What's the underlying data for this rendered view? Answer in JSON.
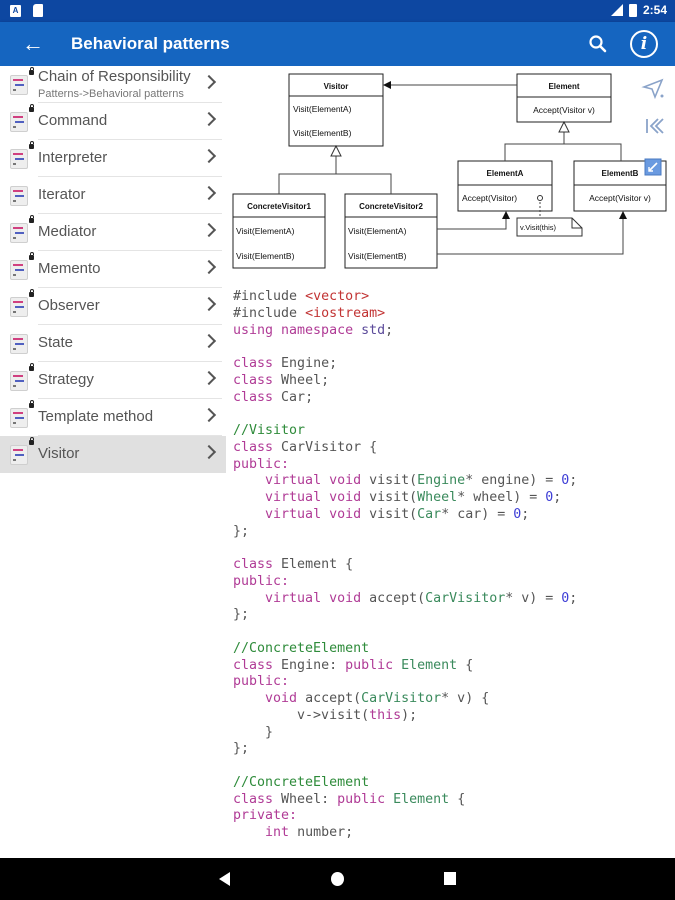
{
  "status_bar": {
    "time": "2:54",
    "left_icons": [
      "notification-a-icon",
      "sd-card-icon"
    ],
    "right_icons": [
      "signal-icon",
      "battery-icon"
    ],
    "a_glyph": "A"
  },
  "app_bar": {
    "title": "Behavioral patterns",
    "back_icon": "←",
    "info_icon": "i",
    "actions": [
      "search-icon",
      "info-icon"
    ]
  },
  "sidebar": {
    "items": [
      {
        "label": "Chain of Responsibility",
        "subtitle": "Patterns->Behavioral patterns",
        "locked": true,
        "selected": false
      },
      {
        "label": "Command",
        "locked": true,
        "selected": false
      },
      {
        "label": "Interpreter",
        "locked": true,
        "selected": false
      },
      {
        "label": "Iterator",
        "locked": false,
        "selected": false
      },
      {
        "label": "Mediator",
        "locked": true,
        "selected": false
      },
      {
        "label": "Memento",
        "locked": true,
        "selected": false
      },
      {
        "label": "Observer",
        "locked": true,
        "selected": false
      },
      {
        "label": "State",
        "locked": false,
        "selected": false
      },
      {
        "label": "Strategy",
        "locked": true,
        "selected": false
      },
      {
        "label": "Template method",
        "locked": true,
        "selected": false
      },
      {
        "label": "Visitor",
        "locked": true,
        "selected": true
      }
    ]
  },
  "diagram": {
    "visitor": {
      "name": "Visitor",
      "methods": [
        "Visit(ElementA)",
        "Visit(ElementB)"
      ]
    },
    "concrete_visitor_1": {
      "name": "ConcreteVisitor1",
      "methods": [
        "Visit(ElementA)",
        "Visit(ElementB)"
      ]
    },
    "concrete_visitor_2": {
      "name": "ConcreteVisitor2",
      "methods": [
        "Visit(ElementA)",
        "Visit(ElementB)"
      ]
    },
    "element": {
      "name": "Element",
      "methods": [
        "Accept(Visitor v)"
      ]
    },
    "element_a": {
      "name": "ElementA",
      "methods": [
        "Accept(Visitor)"
      ]
    },
    "element_b": {
      "name": "ElementB",
      "methods": [
        "Accept(Visitor v)"
      ]
    },
    "note": "v.Visit(this)"
  },
  "side_tools": [
    "send-icon",
    "first-page-icon",
    "expand-icon"
  ],
  "code": {
    "lines": [
      [
        [
          "pp",
          "#include "
        ],
        [
          "str",
          "<vector>"
        ]
      ],
      [
        [
          "pp",
          "#include "
        ],
        [
          "str",
          "<iostream>"
        ]
      ],
      [
        [
          "kw",
          "using namespace "
        ],
        [
          "id",
          "std"
        ],
        [
          "pp",
          ";"
        ]
      ],
      [],
      [
        [
          "kw",
          "class "
        ],
        [
          "pp",
          "Engine;"
        ]
      ],
      [
        [
          "kw",
          "class "
        ],
        [
          "pp",
          "Wheel;"
        ]
      ],
      [
        [
          "kw",
          "class "
        ],
        [
          "pp",
          "Car;"
        ]
      ],
      [],
      [
        [
          "cm",
          "//Visitor"
        ]
      ],
      [
        [
          "kw",
          "class "
        ],
        [
          "pp",
          "CarVisitor {"
        ]
      ],
      [
        [
          "kw",
          "public:"
        ]
      ],
      [
        [
          "pp",
          "    "
        ],
        [
          "kw",
          "virtual void "
        ],
        [
          "pp",
          "visit("
        ],
        [
          "ty",
          "Engine"
        ],
        [
          "pp",
          "* engine) = "
        ],
        [
          "num",
          "0"
        ],
        [
          "pp",
          ";"
        ]
      ],
      [
        [
          "pp",
          "    "
        ],
        [
          "kw",
          "virtual void "
        ],
        [
          "pp",
          "visit("
        ],
        [
          "ty",
          "Wheel"
        ],
        [
          "pp",
          "* wheel) = "
        ],
        [
          "num",
          "0"
        ],
        [
          "pp",
          ";"
        ]
      ],
      [
        [
          "pp",
          "    "
        ],
        [
          "kw",
          "virtual void "
        ],
        [
          "pp",
          "visit("
        ],
        [
          "ty",
          "Car"
        ],
        [
          "pp",
          "* car) = "
        ],
        [
          "num",
          "0"
        ],
        [
          "pp",
          ";"
        ]
      ],
      [
        [
          "pp",
          "};"
        ]
      ],
      [],
      [
        [
          "kw",
          "class "
        ],
        [
          "pp",
          "Element {"
        ]
      ],
      [
        [
          "kw",
          "public:"
        ]
      ],
      [
        [
          "pp",
          "    "
        ],
        [
          "kw",
          "virtual void "
        ],
        [
          "pp",
          "accept("
        ],
        [
          "ty",
          "CarVisitor"
        ],
        [
          "pp",
          "* v) = "
        ],
        [
          "num",
          "0"
        ],
        [
          "pp",
          ";"
        ]
      ],
      [
        [
          "pp",
          "};"
        ]
      ],
      [],
      [
        [
          "cm",
          "//ConcreteElement"
        ]
      ],
      [
        [
          "kw",
          "class "
        ],
        [
          "pp",
          "Engine: "
        ],
        [
          "kw",
          "public "
        ],
        [
          "ty",
          "Element"
        ],
        [
          "pp",
          " {"
        ]
      ],
      [
        [
          "kw",
          "public:"
        ]
      ],
      [
        [
          "pp",
          "    "
        ],
        [
          "kw",
          "void "
        ],
        [
          "pp",
          "accept("
        ],
        [
          "ty",
          "CarVisitor"
        ],
        [
          "pp",
          "* v) {"
        ]
      ],
      [
        [
          "pp",
          "        v->visit("
        ],
        [
          "kw",
          "this"
        ],
        [
          "pp",
          ");"
        ]
      ],
      [
        [
          "pp",
          "    }"
        ]
      ],
      [
        [
          "pp",
          "};"
        ]
      ],
      [],
      [
        [
          "cm",
          "//ConcreteElement"
        ]
      ],
      [
        [
          "kw",
          "class "
        ],
        [
          "pp",
          "Wheel: "
        ],
        [
          "kw",
          "public "
        ],
        [
          "ty",
          "Element"
        ],
        [
          "pp",
          " {"
        ]
      ],
      [
        [
          "kw",
          "private:"
        ]
      ],
      [
        [
          "pp",
          "    "
        ],
        [
          "kw",
          "int "
        ],
        [
          "pp",
          "number;"
        ]
      ]
    ]
  },
  "nav_bar": {
    "buttons": [
      "back-icon",
      "home-icon",
      "recents-icon"
    ]
  },
  "colors": {
    "status_bar": "#0d47a1",
    "app_bar": "#1565c0",
    "selected_item": "#e0e0e0",
    "keyword": "#b03b96",
    "string": "#c23434",
    "number": "#3d3dd6",
    "comment": "#2e8b3a"
  }
}
